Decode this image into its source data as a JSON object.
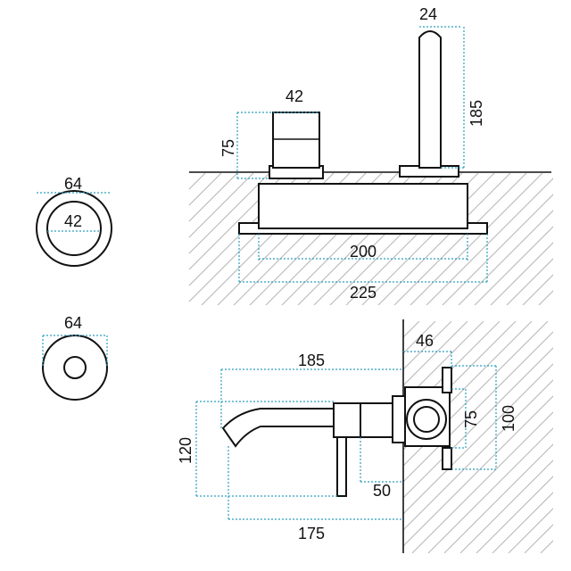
{
  "colors": {
    "line": "#111111",
    "dimension": "#2a9fbf",
    "hatch": "#b5b5b5",
    "background": "#ffffff"
  },
  "front_view": {
    "handle_width": "42",
    "handle_height": "75",
    "spout_width": "24",
    "spout_height": "185",
    "box_width": "200",
    "plate_width": "225"
  },
  "side_views": {
    "ring_outer": "64",
    "ring_inner": "42",
    "rosette_diameter": "64"
  },
  "wall_view": {
    "total_projection": "185",
    "spout_length": "175",
    "height": "120",
    "handle_offset": "50",
    "wall_depth": "46",
    "box_inner_height": "75",
    "box_height": "100"
  }
}
